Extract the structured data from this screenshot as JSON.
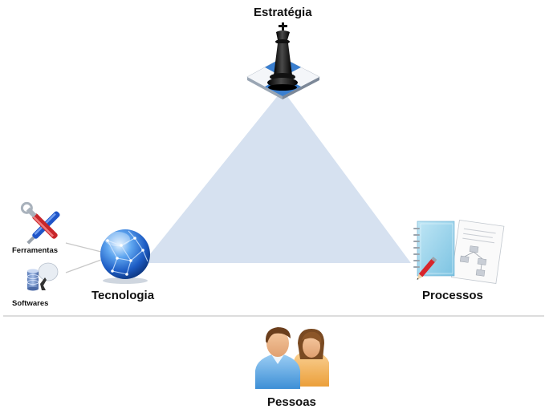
{
  "labels": {
    "strategy": "Estratégia",
    "technology": "Tecnologia",
    "processes": "Processos",
    "people": "Pessoas",
    "tools": "Ferramentas",
    "software": "Softwares"
  },
  "icons": {
    "strategy": "chess-king-icon",
    "technology": "globe-network-icon",
    "processes": "process-documents-icon",
    "people": "people-icon",
    "tools": "tools-icon",
    "software": "database-software-icon"
  },
  "colors": {
    "triangle_fill": "#d6e1f0",
    "divider": "#b8b8b8",
    "connector": "#c8c8c8",
    "globe": "#2a6fd6",
    "chess_piece": "#1a1a1a",
    "board_blue": "#3a7fd0"
  }
}
